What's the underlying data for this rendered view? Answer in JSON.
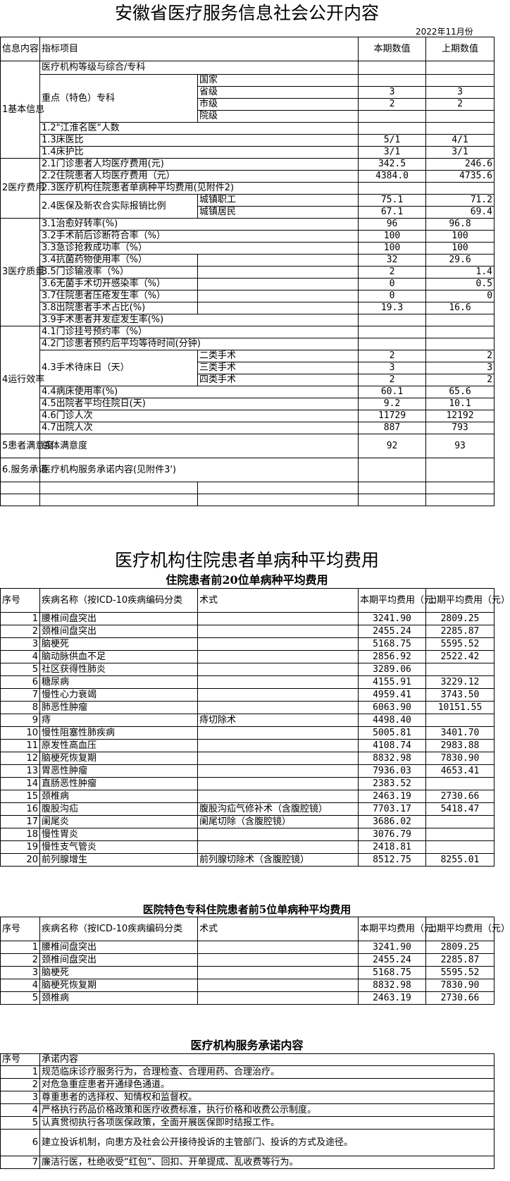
{
  "main_title": "安徽省医疗服务信息社会公开内容",
  "report_date": "2022年11月份",
  "info": {
    "headers": [
      "信息内容",
      "指标项目",
      "本期数值",
      "上期数值"
    ],
    "rows": [
      {
        "cat": "1基本信息",
        "item": "医疗机构等级与综合/专科",
        "sub": "",
        "cur": "",
        "prev": ""
      },
      {
        "cat": "",
        "item": "重点（特色）专科",
        "sub": "国家",
        "cur": "",
        "prev": ""
      },
      {
        "cat": "",
        "item": "",
        "sub": "省级",
        "cur": "3",
        "prev": "3"
      },
      {
        "cat": "",
        "item": "",
        "sub": "市级",
        "cur": "2",
        "prev": "2"
      },
      {
        "cat": "",
        "item": "",
        "sub": "院级",
        "cur": "",
        "prev": ""
      },
      {
        "cat": "",
        "item": "1.2\"江淮名医\"人数",
        "sub": "",
        "cur": "",
        "prev": ""
      },
      {
        "cat": "",
        "item": "1.3床医比",
        "sub": "",
        "cur": "5/1",
        "prev": "4/1"
      },
      {
        "cat": "",
        "item": "1.4床护比",
        "sub": "",
        "cur": "3/1",
        "prev": "3/1"
      },
      {
        "cat": "2医疗费用",
        "item": "2.1门诊患者人均医疗费用(元)",
        "sub": "",
        "cur": "342.5",
        "prev": "246.6"
      },
      {
        "cat": "",
        "item": "2.2住院患者人均医疗费用（元）",
        "sub": "",
        "cur": "4384.0",
        "prev": "4735.6"
      },
      {
        "cat": "",
        "item": "2.3医疗机构住院患者单病种平均费用(见附件2)",
        "sub": "",
        "cur": "",
        "prev": ""
      },
      {
        "cat": "",
        "item": "2.4医保及新农合实际报销比例",
        "sub": "城镇职工",
        "cur": "75.1",
        "prev": "71.2"
      },
      {
        "cat": "",
        "item": "",
        "sub": "城镇居民",
        "cur": "67.1",
        "prev": "69.4"
      },
      {
        "cat": "3医疗质量",
        "item": "3.1治愈好转率(%)",
        "sub": "",
        "cur": "96",
        "prev": "96.8"
      },
      {
        "cat": "",
        "item": "3.2手术前后诊断符合率（%）",
        "sub": "",
        "cur": "100",
        "prev": "100"
      },
      {
        "cat": "",
        "item": "3.3急诊抢救成功率（%）",
        "sub": "",
        "cur": "100",
        "prev": "100"
      },
      {
        "cat": "",
        "item": "3.4抗菌药物使用率（%）",
        "sub": "",
        "cur": "32",
        "prev": "29.6"
      },
      {
        "cat": "",
        "item": "3.5门诊输液率（%）",
        "sub": "",
        "cur": "2",
        "prev": "1.4"
      },
      {
        "cat": "",
        "item": "3.6无菌手术切开感染率（%）",
        "sub": "",
        "cur": "0",
        "prev": "0.5"
      },
      {
        "cat": "",
        "item": "3.7住院患者压疮发生率（%）",
        "sub": "",
        "cur": "0",
        "prev": "0"
      },
      {
        "cat": "",
        "item": "3.8出院患者手术占比(%)",
        "sub": "",
        "cur": "19.3",
        "prev": "16.6"
      },
      {
        "cat": "",
        "item": "3.9手术患者并发症发生率(%)",
        "sub": "",
        "cur": "",
        "prev": ""
      },
      {
        "cat": "4运行效率",
        "item": "4.1门诊挂号预约率（%）",
        "sub": "",
        "cur": "",
        "prev": ""
      },
      {
        "cat": "",
        "item": "4.2门诊患者预约后平均等待时间(分钟)",
        "sub": "",
        "cur": "",
        "prev": ""
      },
      {
        "cat": "",
        "item": "4.3手术待床日（天）",
        "sub": "二类手术",
        "cur": "2",
        "prev": "2"
      },
      {
        "cat": "",
        "item": "",
        "sub": "三类手术",
        "cur": "3",
        "prev": "3"
      },
      {
        "cat": "",
        "item": "",
        "sub": "四类手术",
        "cur": "2",
        "prev": "2"
      },
      {
        "cat": "",
        "item": "4.4病床使用率(%)",
        "sub": "",
        "cur": "60.1",
        "prev": "65.6"
      },
      {
        "cat": "",
        "item": "4.5出院者平均住院日(天)",
        "sub": "",
        "cur": "9.2",
        "prev": "10.1"
      },
      {
        "cat": "",
        "item": "4.6门诊人次",
        "sub": "",
        "cur": "11729",
        "prev": "12192"
      },
      {
        "cat": "",
        "item": "4.7出院人次",
        "sub": "",
        "cur": "887",
        "prev": "793"
      },
      {
        "cat": "5患者满意度",
        "item": "总体满意度",
        "sub": "",
        "cur": "92",
        "prev": "93"
      },
      {
        "cat": "6.服务承诺",
        "item": "医疗机构服务承诺内容(见附件3')",
        "sub": "",
        "cur": "",
        "prev": ""
      }
    ]
  },
  "section2_title": "医疗机构住院患者单病种平均费用",
  "top20": {
    "title": "住院患者前20位单病种平均费用",
    "headers": [
      "序号",
      "疾病名称（按ICD-10疾病编码分类",
      "术式",
      "本期平均费用（元）",
      "上期平均费用（元）"
    ],
    "rows": [
      {
        "no": "1",
        "name": "腰椎间盘突出",
        "op": "",
        "cur": "3241.90",
        "prev": "2809.25"
      },
      {
        "no": "2",
        "name": "颈椎间盘突出",
        "op": "",
        "cur": "2455.24",
        "prev": "2285.87"
      },
      {
        "no": "3",
        "name": "脑梗死",
        "op": "",
        "cur": "5168.75",
        "prev": "5595.52"
      },
      {
        "no": "4",
        "name": "脑动脉供血不足",
        "op": "",
        "cur": "2856.92",
        "prev": "2522.42"
      },
      {
        "no": "5",
        "name": "社区获得性肺炎",
        "op": "",
        "cur": "3289.06",
        "prev": ""
      },
      {
        "no": "6",
        "name": "糖尿病",
        "op": "",
        "cur": "4155.91",
        "prev": "3229.12"
      },
      {
        "no": "7",
        "name": "慢性心力衰竭",
        "op": "",
        "cur": "4959.41",
        "prev": "3743.50"
      },
      {
        "no": "8",
        "name": "肺恶性肿瘤",
        "op": "",
        "cur": "6063.90",
        "prev": "10151.55"
      },
      {
        "no": "9",
        "name": "痔",
        "op": "痔切除术",
        "cur": "4498.40",
        "prev": ""
      },
      {
        "no": "10",
        "name": "慢性阻塞性肺疾病",
        "op": "",
        "cur": "5005.81",
        "prev": "3401.70"
      },
      {
        "no": "11",
        "name": "原发性高血压",
        "op": "",
        "cur": "4108.74",
        "prev": "2983.88"
      },
      {
        "no": "12",
        "name": "脑梗死恢复期",
        "op": "",
        "cur": "8832.98",
        "prev": "7830.90"
      },
      {
        "no": "13",
        "name": "胃恶性肿瘤",
        "op": "",
        "cur": "7936.03",
        "prev": "4653.41"
      },
      {
        "no": "14",
        "name": "直肠恶性肿瘤",
        "op": "",
        "cur": "2383.52",
        "prev": ""
      },
      {
        "no": "15",
        "name": "颈椎病",
        "op": "",
        "cur": "2463.19",
        "prev": "2730.66"
      },
      {
        "no": "16",
        "name": "腹股沟疝",
        "op": "腹股沟疝气修补术（含腹腔镜）",
        "cur": "7703.17",
        "prev": "5418.47"
      },
      {
        "no": "17",
        "name": "阑尾炎",
        "op": "阑尾切除（含腹腔镜）",
        "cur": "3686.02",
        "prev": ""
      },
      {
        "no": "18",
        "name": "慢性胃炎",
        "op": "",
        "cur": "3076.79",
        "prev": ""
      },
      {
        "no": "19",
        "name": "慢性支气管炎",
        "op": "",
        "cur": "2418.81",
        "prev": ""
      },
      {
        "no": "20",
        "name": "前列腺增生",
        "op": "前列腺切除术（含腹腔镜）",
        "cur": "8512.75",
        "prev": "8255.01"
      }
    ]
  },
  "top5": {
    "title": "医院特色专科住院患者前5位单病种平均费用",
    "headers": [
      "序号",
      "疾病名称（按ICD-10疾病编码分类",
      "术式",
      "本期平均费用（元）",
      "上期平均费用（元）"
    ],
    "rows": [
      {
        "no": "1",
        "name": "腰椎间盘突出",
        "op": "",
        "cur": "3241.90",
        "prev": "2809.25"
      },
      {
        "no": "2",
        "name": "颈椎间盘突出",
        "op": "",
        "cur": "2455.24",
        "prev": "2285.87"
      },
      {
        "no": "3",
        "name": "脑梗死",
        "op": "",
        "cur": "5168.75",
        "prev": "5595.52"
      },
      {
        "no": "4",
        "name": "脑梗死恢复期",
        "op": "",
        "cur": "8832.98",
        "prev": "7830.90"
      },
      {
        "no": "5",
        "name": "颈椎病",
        "op": "",
        "cur": "2463.19",
        "prev": "2730.66"
      }
    ]
  },
  "promise": {
    "title": "医疗机构服务承诺内容",
    "headers": [
      "序号",
      "承诺内容"
    ],
    "rows": [
      {
        "no": "1",
        "text": "规范临床诊疗服务行为，合理检查、合理用药、合理治疗。"
      },
      {
        "no": "2",
        "text": "对危急重症患者开通绿色通道。"
      },
      {
        "no": "3",
        "text": "尊重患者的选择权、知情权和监督权。"
      },
      {
        "no": "4",
        "text": "严格执行药品价格政策和医疗收费标准，执行价格和收费公示制度。"
      },
      {
        "no": "5",
        "text": "认真贯彻执行各项医保政策，全面开展医保即时结报工作。"
      },
      {
        "no": "6",
        "text": "建立投诉机制，向患方及社会公开接待投诉的主管部门、投诉的方式及途径。"
      },
      {
        "no": "7",
        "text": "廉洁行医，杜绝收受“红包”、回扣、开单提成、乱收费等行为。"
      }
    ]
  }
}
